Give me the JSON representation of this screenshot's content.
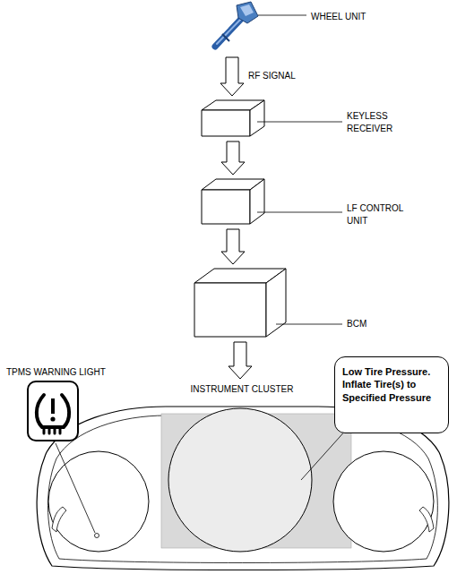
{
  "diagram": {
    "nodes": [
      {
        "text": [
          "WHEEL UNIT"
        ]
      },
      {
        "text": [
          "KEYLESS RECEIVER"
        ]
      },
      {
        "text": [
          "LF CONTROL UNIT"
        ]
      },
      {
        "text": [
          "BCM"
        ]
      },
      {
        "text": [
          "INSTRUMENT CLUSTER"
        ]
      },
      {
        "text": [
          "TPMS WARNING LIGHT"
        ]
      },
      {
        "text": [
          "Low Tire Pressure. Inflate Tire(s) to Specified Pressure"
        ]
      }
    ],
    "edges": [
      {
        "from": 0,
        "to": 1,
        "arrow": "to",
        "label": "RF SIGNAL"
      },
      {
        "from": 1,
        "to": 2,
        "arrow": "to"
      },
      {
        "from": 2,
        "to": 3,
        "arrow": "to"
      },
      {
        "from": 3,
        "to": 4,
        "arrow": "to"
      }
    ]
  }
}
